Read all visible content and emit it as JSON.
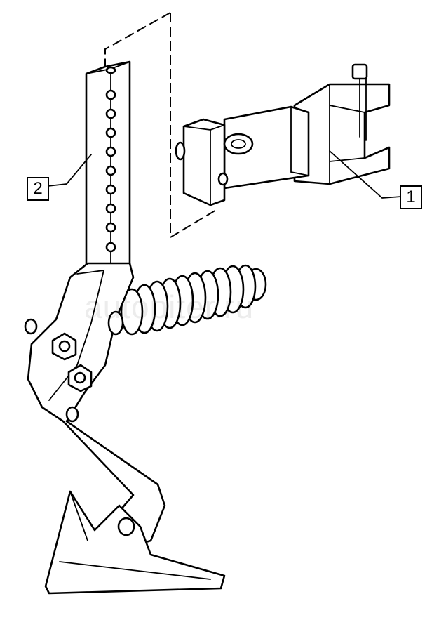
{
  "callouts": [
    {
      "label": "1",
      "part": "mounting-bracket"
    },
    {
      "label": "2",
      "part": "standard-bar"
    }
  ],
  "watermark": "autopiter.ru"
}
